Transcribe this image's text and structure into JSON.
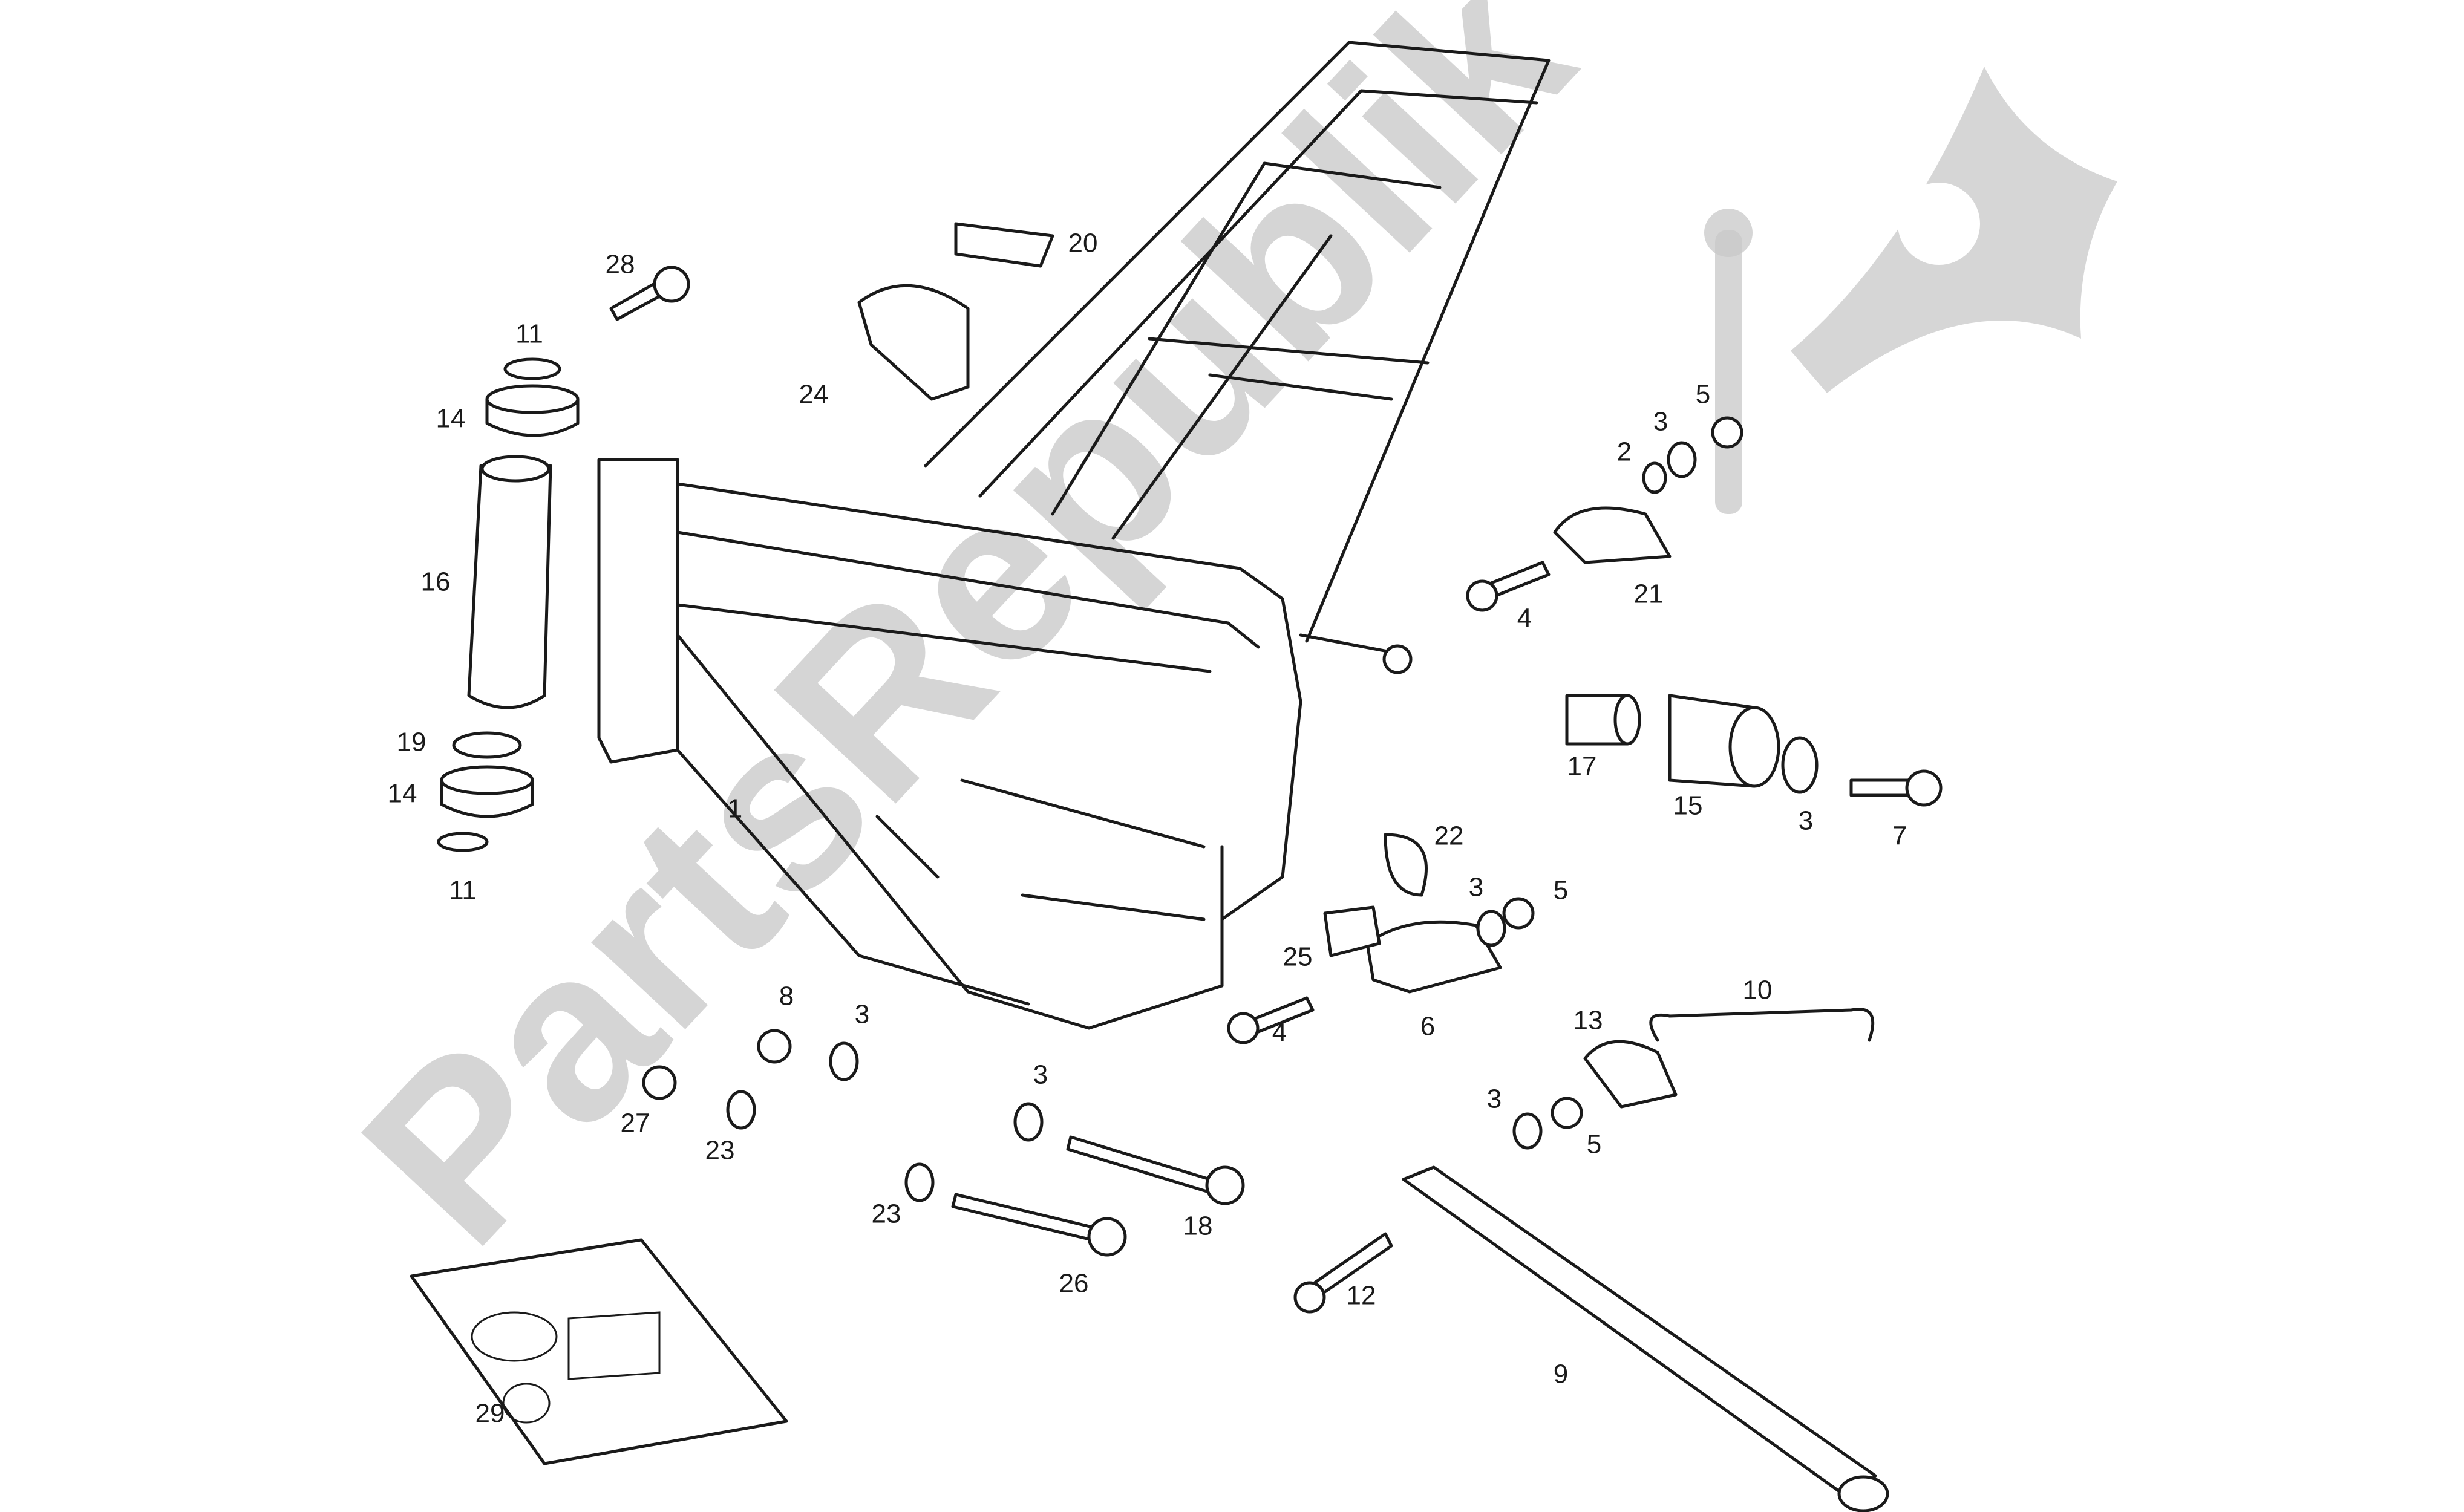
{
  "watermark": {
    "text": "PartsRepublik",
    "color": "#c8c8c8"
  },
  "callouts": {
    "c1": "1",
    "c2": "2",
    "c3a": "3",
    "c3b": "3",
    "c3c": "3",
    "c3d": "3",
    "c3e": "3",
    "c3f": "3",
    "c4a": "4",
    "c4b": "4",
    "c5a": "5",
    "c5b": "5",
    "c5c": "5",
    "c6": "6",
    "c7": "7",
    "c8": "8",
    "c9": "9",
    "c10": "10",
    "c11a": "11",
    "c11b": "11",
    "c12": "12",
    "c13": "13",
    "c14a": "14",
    "c14b": "14",
    "c15": "15",
    "c16": "16",
    "c17": "17",
    "c18": "18",
    "c19": "19",
    "c20": "20",
    "c21": "21",
    "c22": "22",
    "c23a": "23",
    "c23b": "23",
    "c24": "24",
    "c25": "25",
    "c26": "26",
    "c27": "27",
    "c28": "28",
    "c29": "29"
  }
}
